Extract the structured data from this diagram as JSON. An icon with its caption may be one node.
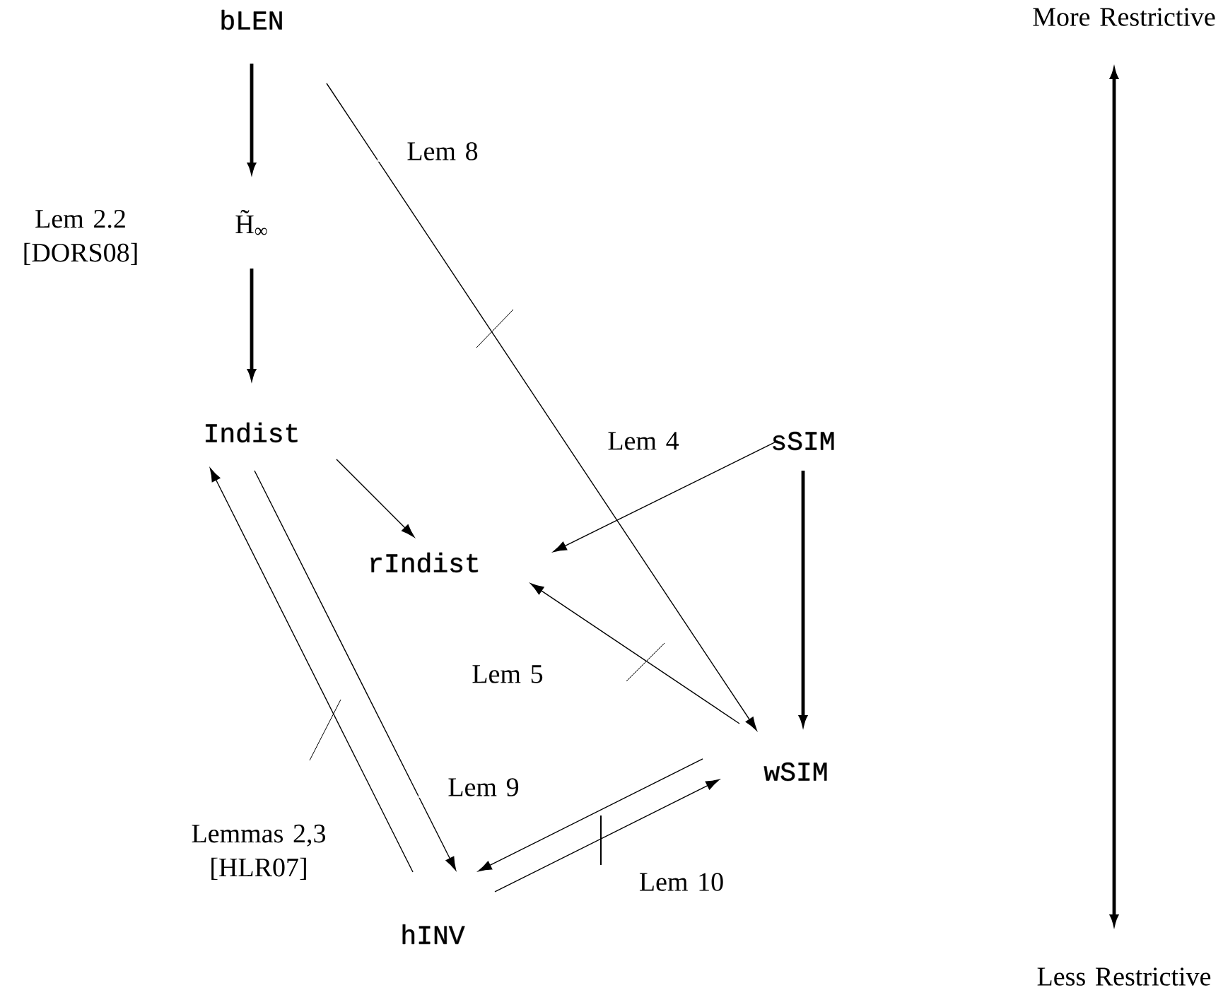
{
  "diagram": {
    "nodes": [
      {
        "text": [
          "bLEN"
        ]
      },
      {
        "text": [
          "H̃$_{∞}$"
        ]
      },
      {
        "text": [
          "Indist"
        ]
      },
      {
        "text": [
          "sSIM"
        ]
      },
      {
        "text": [
          "rIndist"
        ]
      },
      {
        "text": [
          "wSIM"
        ]
      },
      {
        "text": [
          "hINV"
        ]
      }
    ],
    "edges": [
      {
        "from": 0,
        "to": 1,
        "arrow": "to",
        "style": "thick"
      },
      {
        "from": 1,
        "to": 2,
        "arrow": "to",
        "style": "thick"
      },
      {
        "from": 0,
        "to": 5,
        "arrow": "to",
        "label": "Lem 8"
      },
      {
        "from": 2,
        "to": 4,
        "arrow": "to"
      },
      {
        "from": 3,
        "to": 4,
        "arrow": "to",
        "label": "Lem 4"
      },
      {
        "from": 3,
        "to": 5,
        "arrow": "to",
        "style": "thick"
      },
      {
        "from": 5,
        "to": 4,
        "arrow": "to",
        "label": "Lem 5"
      },
      {
        "from": 6,
        "to": 2,
        "arrow": "to",
        "label": "Lemmas 2,3 [HLR07]"
      },
      {
        "from": 2,
        "to": 6,
        "arrow": "to",
        "label": "Lem 9"
      },
      {
        "from": 5,
        "to": 6,
        "arrow": "to"
      },
      {
        "from": 6,
        "to": 5,
        "arrow": "to",
        "label": "Lem 10"
      }
    ],
    "labels": [
      "Lem 2.2 [DORS08]",
      "More Restrictive",
      "Less Restrictive"
    ]
  }
}
